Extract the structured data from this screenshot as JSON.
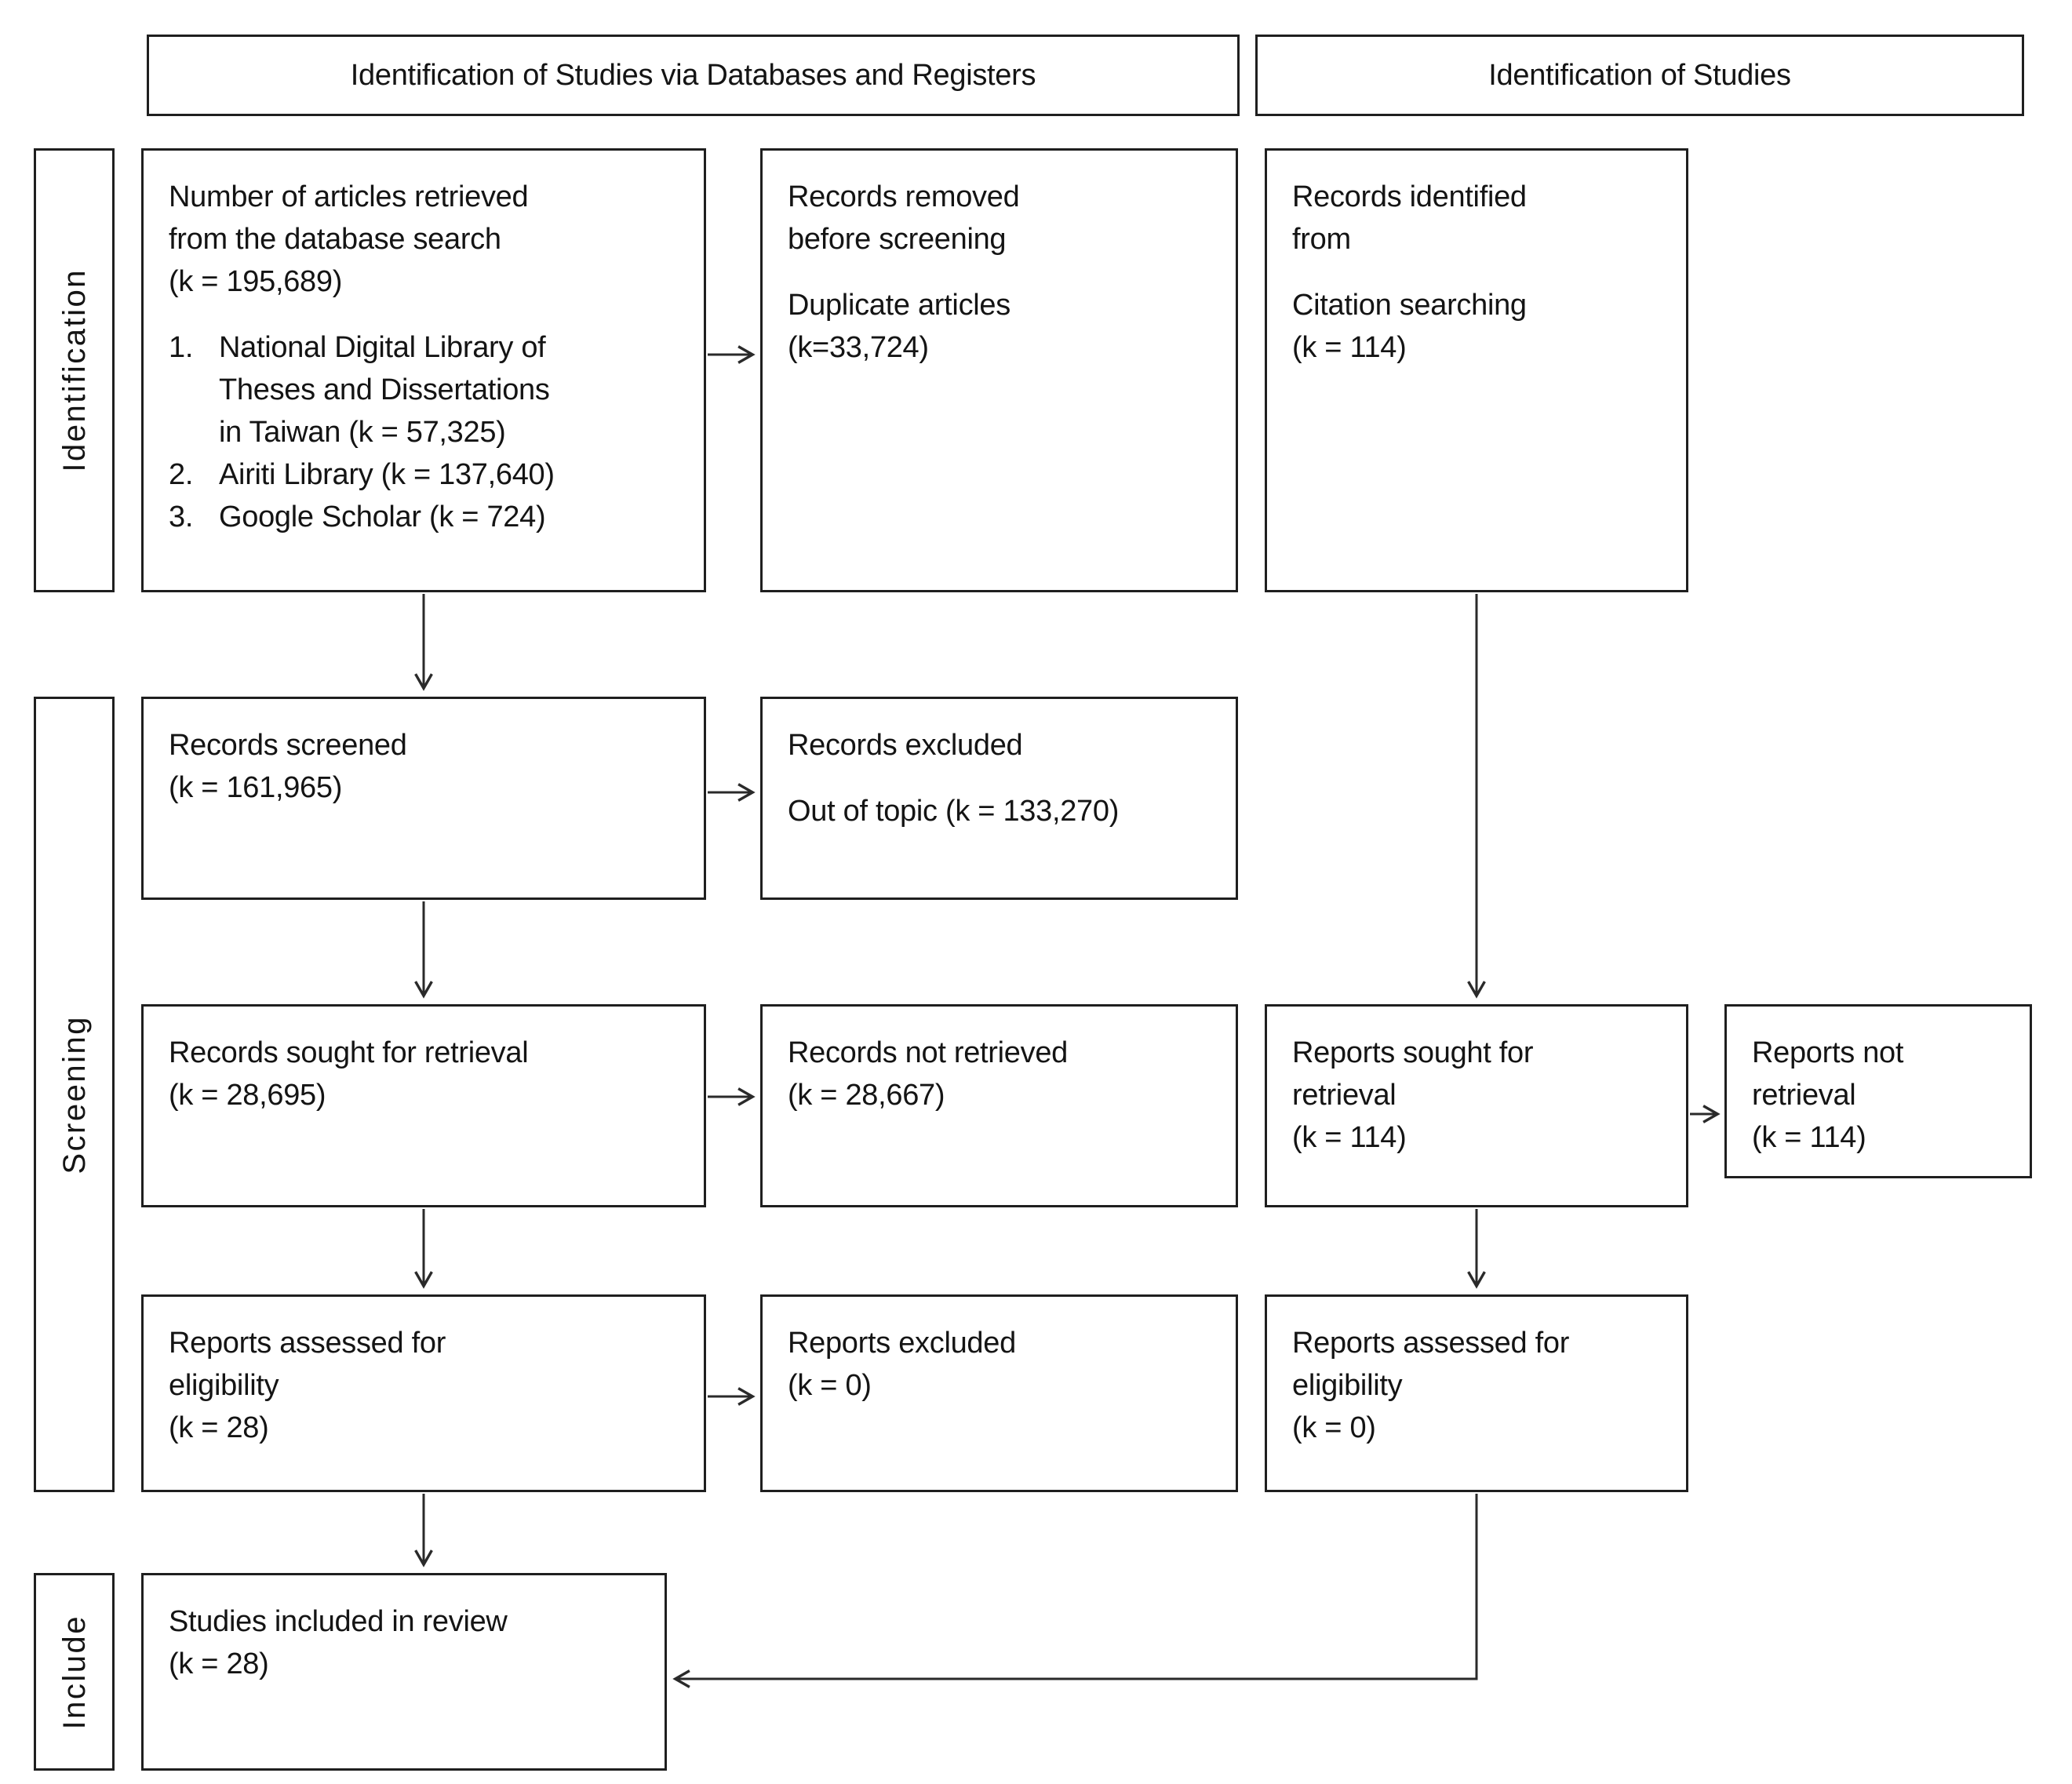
{
  "headers": {
    "databases_registers": "Identification of Studies via Databases and Registers",
    "studies": "Identification of Studies"
  },
  "stages": {
    "identification": "Identification",
    "screening": "Screening",
    "include": "Include"
  },
  "boxes": {
    "articles_retrieved": {
      "para1": [
        "Number of articles retrieved",
        "from the database search",
        "(k = 195,689)"
      ],
      "list": [
        {
          "num": "1.",
          "lines": [
            "National Digital Library of",
            "Theses and Dissertations",
            "in Taiwan (k = 57,325)"
          ]
        },
        {
          "num": "2.",
          "lines": [
            "Airiti Library (k = 137,640)"
          ]
        },
        {
          "num": "3.",
          "lines": [
            "Google Scholar (k = 724)"
          ]
        }
      ]
    },
    "records_removed": {
      "para1": [
        "Records removed",
        "before screening"
      ],
      "para2": [
        "Duplicate articles",
        "(k=33,724)"
      ]
    },
    "records_identified": {
      "para1": [
        "Records identified",
        "from"
      ],
      "para2": [
        "Citation searching",
        "(k = 114)"
      ]
    },
    "records_screened": {
      "para1": [
        "Records screened",
        "(k = 161,965)"
      ]
    },
    "records_excluded": {
      "para1": [
        "Records excluded"
      ],
      "para2": [
        "Out of topic (k = 133,270)"
      ]
    },
    "records_sought": {
      "para1": [
        "Records sought for retrieval",
        "(k = 28,695)"
      ]
    },
    "records_not_retrieved": {
      "para1": [
        "Records not retrieved",
        "(k = 28,667)"
      ]
    },
    "reports_sought": {
      "para1": [
        "Reports sought for",
        "retrieval",
        "(k = 114)"
      ]
    },
    "reports_not_retrieval": {
      "para1": [
        "Reports not",
        "retrieval",
        "(k = 114)"
      ]
    },
    "reports_assessed": {
      "para1": [
        "Reports assessed for",
        "eligibility",
        "(k = 28)"
      ]
    },
    "reports_excluded": {
      "para1": [
        "Reports excluded",
        "(k = 0)"
      ]
    },
    "reports_assessed_citation": {
      "para1": [
        "Reports assessed for",
        "eligibility",
        "(k = 0)"
      ]
    },
    "studies_included": {
      "para1": [
        "Studies included in review",
        "(k = 28)"
      ]
    }
  }
}
